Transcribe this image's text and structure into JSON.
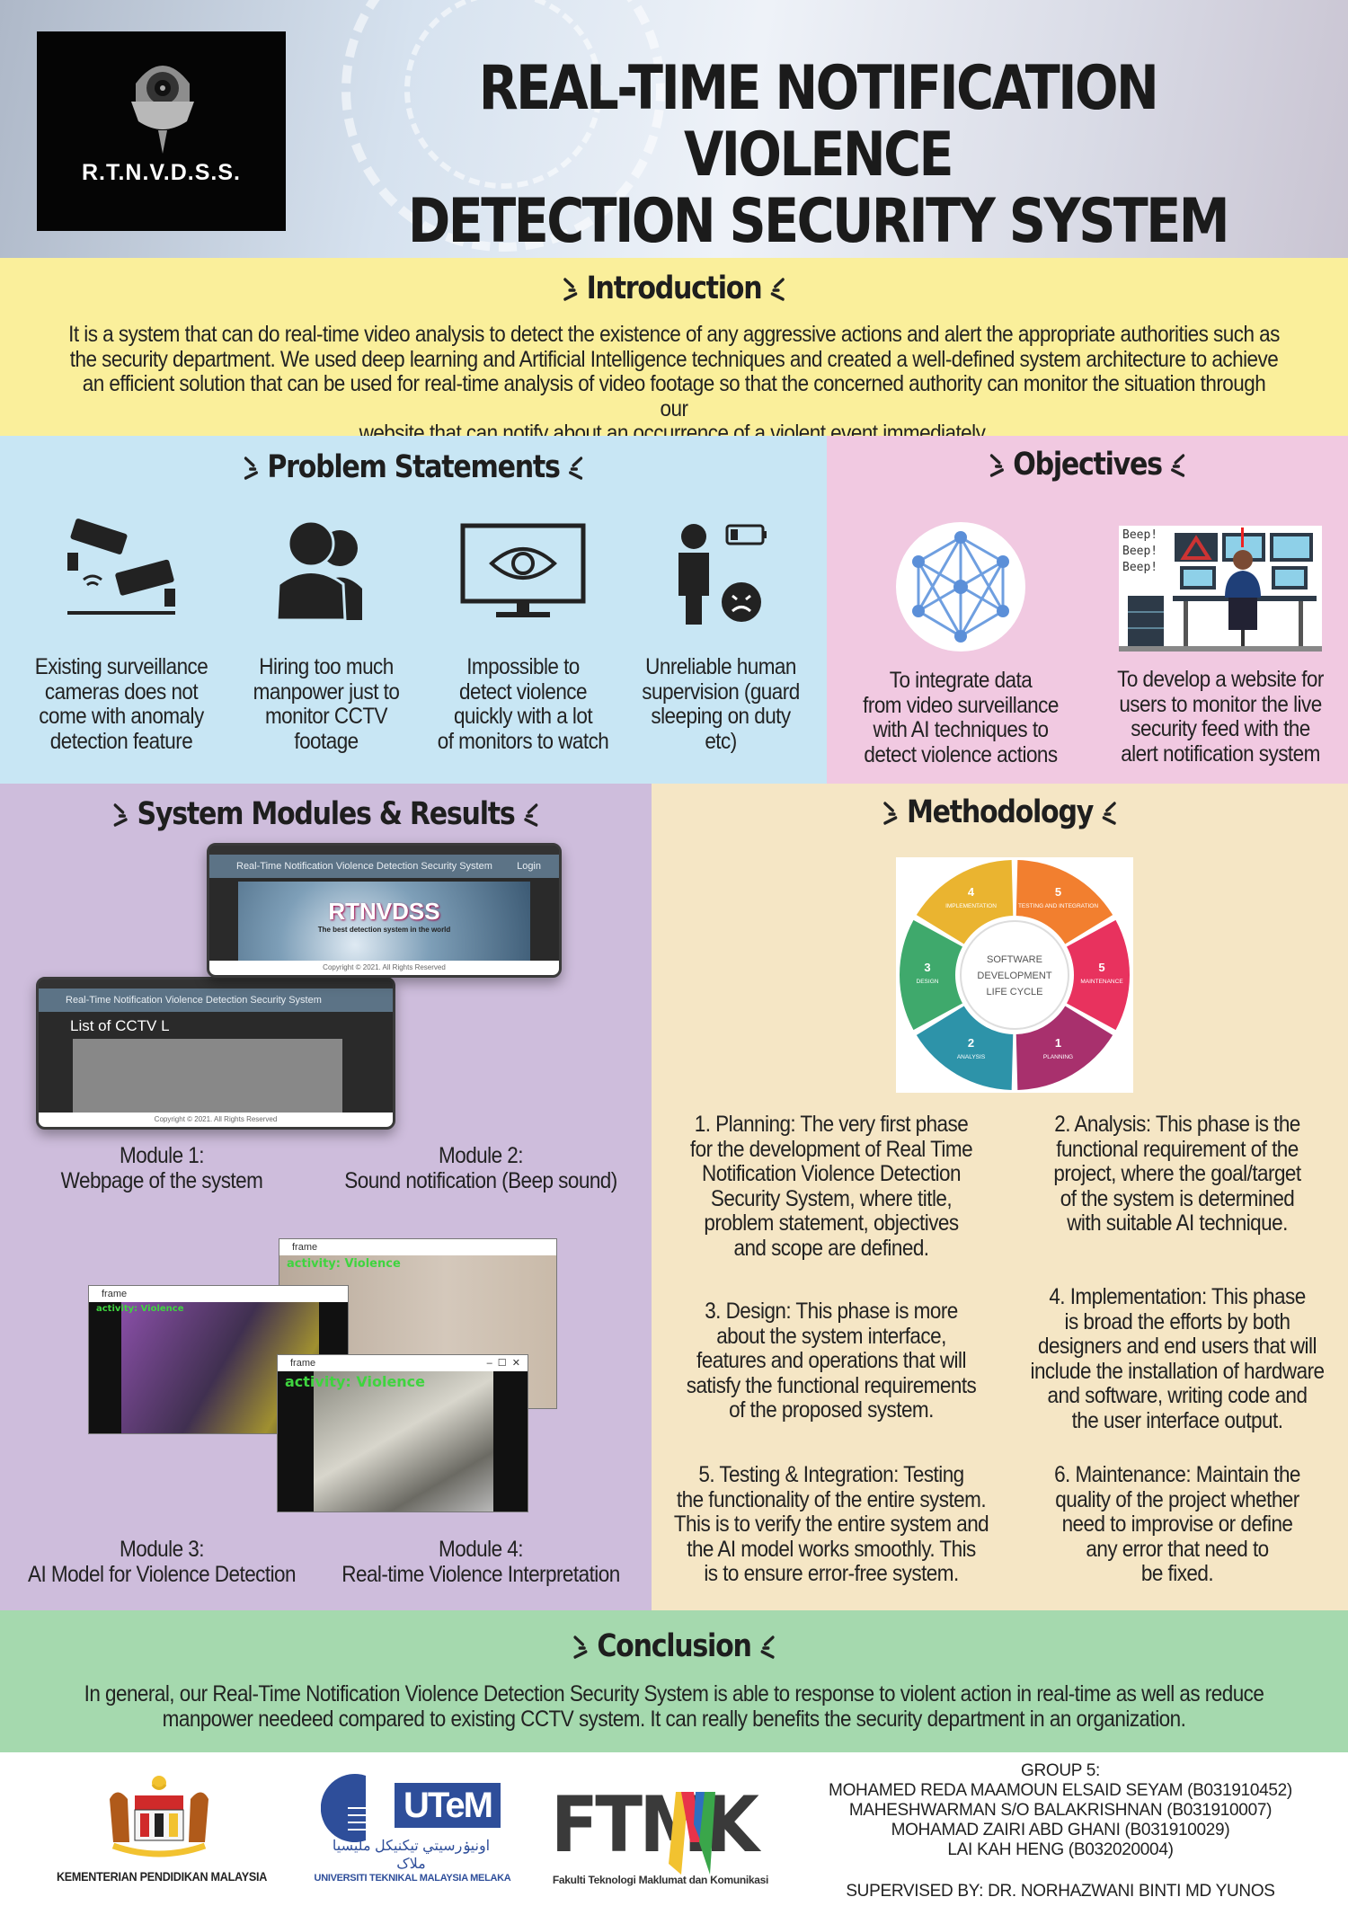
{
  "header": {
    "logo_text": "R.T.N.V.D.S.S.",
    "title": "REAL-TIME NOTIFICATION VIOLENCE\nDETECTION SECURITY SYSTEM"
  },
  "introduction": {
    "heading": "Introduction",
    "body": "It is a system that can do real-time video analysis to detect the existence of any aggressive actions and alert the appropriate authorities such as\nthe security department. We used deep learning and Artificial Intelligence techniques and created a well-defined system architecture to achieve\nan efficient solution that can be used for real-time analysis of video footage so that the concerned authority can monitor the situation through our\nwebsite that can notify about an occurrence of a violent event immediately."
  },
  "problems": {
    "heading": "Problem Statements",
    "items": [
      {
        "icon": "cctv-cameras-icon",
        "text": "Existing surveillance\ncameras does not\ncome with anomaly\ndetection feature"
      },
      {
        "icon": "people-icon",
        "text": "Hiring too much\nmanpower just to\nmonitor CCTV\nfootage"
      },
      {
        "icon": "monitor-eye-icon",
        "text": "Impossible to\ndetect violence\nquickly with a lot\nof monitors to watch"
      },
      {
        "icon": "sleeping-guard-icon",
        "text": "Unreliable human\nsupervision (guard\nsleeping on duty\netc)"
      }
    ]
  },
  "objectives": {
    "heading": "Objectives",
    "items": [
      {
        "icon": "ai-network-icon",
        "text": "To integrate data\nfrom video surveillance\nwith AI techniques to\ndetect violence actions"
      },
      {
        "icon": "security-operator-icon",
        "text": "To develop a website for\nusers to monitor the live\nsecurity feed with the\nalert notification system",
        "beeps": [
          "Beep!",
          "Beep!",
          "Beep!"
        ]
      }
    ]
  },
  "modules": {
    "heading": "System Modules & Results",
    "webpage": {
      "site_title": "Real-Time Notification Violence Detection Security System",
      "login": "Login",
      "brand": "RTNVDSS",
      "tagline": "The best detection system in the world",
      "copyright": "Copyright © 2021. All Rights Reserved",
      "list_title": "List of CCTV L"
    },
    "frames": {
      "window_title": "frame",
      "label": "activity: Violence"
    },
    "captions": [
      "Module 1:\nWebpage of the system",
      "Module 2:\nSound notification (Beep sound)",
      "Module 3:\nAI Model for Violence Detection",
      "Module 4:\nReal-time Violence Interpretation"
    ]
  },
  "methodology": {
    "heading": "Methodology",
    "sdlc": {
      "center": [
        "SOFTWARE",
        "DEVELOPMENT",
        "LIFE CYCLE"
      ],
      "segments": [
        {
          "num": "5",
          "label": "TESTING AND INTEGRATION",
          "color": "#f27f2f"
        },
        {
          "num": "5",
          "label": "MAINTENANCE",
          "color": "#e8325e"
        },
        {
          "num": "1",
          "label": "PLANNING",
          "color": "#a8306d"
        },
        {
          "num": "2",
          "label": "ANALYSIS",
          "color": "#2d93a9"
        },
        {
          "num": "3",
          "label": "DESIGN",
          "color": "#3fa96c"
        },
        {
          "num": "4",
          "label": "IMPLEMENTATION",
          "color": "#eab430"
        }
      ]
    },
    "steps": [
      "1. Planning: The very first phase\nfor the development of Real Time\nNotification Violence Detection\nSecurity System, where title,\nproblem statement, objectives\nand scope are defined.",
      "2. Analysis: This phase is the\nfunctional requirement of the\nproject, where the goal/target\nof the system is determined\nwith suitable AI technique.",
      "3. Design: This phase is more\nabout the system interface,\nfeatures and operations that will\nsatisfy the functional requirements\nof the proposed system.",
      "4. Implementation: This phase\nis broad the efforts by both\ndesigners and end users that will\ninclude the installation of hardware\nand software, writing code and\nthe user interface output.",
      "5. Testing & Integration: Testing\nthe functionality of the entire system.\nThis is to verify the entire system and\nthe AI model works smoothly. This\nis to ensure error-free system.",
      "6. Maintenance: Maintain the\nquality of the project whether\nneed to improvise or define\nany error that need to\nbe fixed."
    ]
  },
  "conclusion": {
    "heading": "Conclusion",
    "body": "In general, our Real-Time Notification Violence Detection Security System is able to response to violent action in real-time as well as reduce\nmanpower needeed compared to existing CCTV system. It can really benefits the security department in an organization."
  },
  "footer": {
    "kpm": "KEMENTERIAN PENDIDIKAN MALAYSIA",
    "utem_logo": "UTeM",
    "utem_arabic": "اونيۏرسيتي تيکنيکل مليسيا ملاک",
    "utem_name": "UNIVERSITI TEKNIKAL MALAYSIA MELAKA",
    "ftmk_logo": "FTMK",
    "ftmk_name": "Fakulti Teknologi Maklumat dan Komunikasi",
    "group": "GROUP 5:",
    "members": [
      "MOHAMED REDA MAAMOUN ELSAID SEYAM (B031910452)",
      "MAHESHWARMAN S/O BALAKRISHNAN (B031910007)",
      "MOHAMAD ZAIRI ABD GHANI (B031910029)",
      "LAI KAH HENG (B032020004)"
    ],
    "supervisor": "SUPERVISED BY: DR. NORHAZWANI BINTI MD YUNOS"
  }
}
